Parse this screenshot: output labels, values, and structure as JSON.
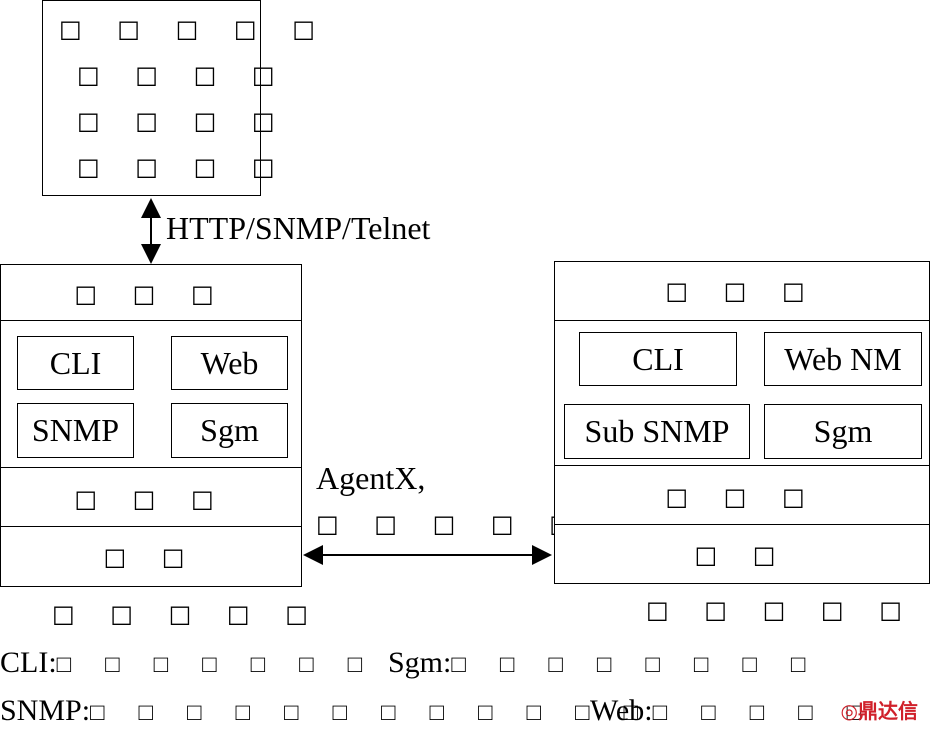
{
  "top_box": {
    "lines": [
      "□ □ □ □ □",
      "□ □ □ □",
      "□ □ □ □",
      "□ □ □ □"
    ]
  },
  "link_top": "HTTP/SNMP/Telnet",
  "left_device": {
    "header": "□ □ □",
    "modules": [
      "CLI",
      "Web",
      "SNMP",
      "Sgm"
    ],
    "row3": "□ □ □",
    "row4": "□ □",
    "caption": "□ □ □ □ □"
  },
  "right_device": {
    "header": "□ □ □",
    "modules": [
      "CLI",
      "Web NM",
      "Sub SNMP",
      "Sgm"
    ],
    "row3": "□ □ □",
    "row4": "□ □",
    "caption": "□ □ □ □ □"
  },
  "link_middle": {
    "label": "AgentX,",
    "sublabel": "□ □ □ □ □ □"
  },
  "legend": [
    {
      "term": "CLI:",
      "definition": "□ □ □ □ □ □ □"
    },
    {
      "term": "Sgm:",
      "definition": "□ □ □ □ □ □ □ □"
    },
    {
      "term": "SNMP:",
      "definition": "□ □ □ □ □ □ □ □ □ □ □ □"
    },
    {
      "term": "Web:",
      "definition": "□ □ □ □ □"
    }
  ],
  "watermark": "鼎达信"
}
